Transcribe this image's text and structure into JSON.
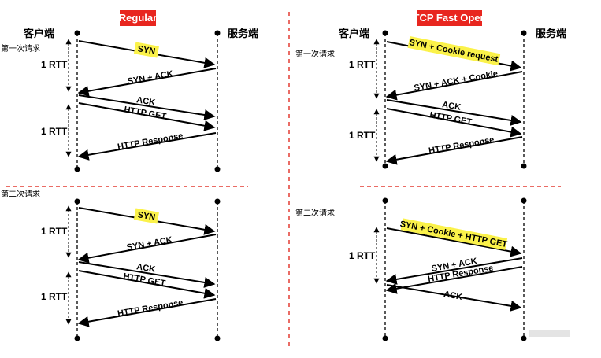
{
  "colors": {
    "tag_bg": "#e8261f",
    "divider": "#e33b32",
    "highlight": "#fbf24a",
    "ink": "#000000",
    "faint_bar": "#e4e4e4"
  },
  "left_panel": {
    "tag": "Regular",
    "client": "客户端",
    "server": "服务端",
    "first_request": "第一次请求",
    "second_request": "第二次请求",
    "rtt": "1 RTT",
    "first": {
      "syn": "SYN",
      "syn_ack": "SYN + ACK",
      "ack": "ACK",
      "http_get": "HTTP GET",
      "http_response": "HTTP Response"
    },
    "second": {
      "syn": "SYN",
      "syn_ack": "SYN + ACK",
      "ack": "ACK",
      "http_get": "HTTP GET",
      "http_response": "HTTP Response"
    }
  },
  "right_panel": {
    "tag": "TCP Fast Open",
    "client": "客户端",
    "server": "服务端",
    "first_request": "第一次请求",
    "second_request": "第二次请求",
    "rtt": "1 RTT",
    "first": {
      "syn_cookie": "SYN + Cookie request",
      "syn_ack_cookie": "SYN + ACK + Cookie",
      "ack": "ACK",
      "http_get": "HTTP GET",
      "http_response": "HTTP Response"
    },
    "second": {
      "syn_cookie_get": "SYN + Cookie + HTTP GET",
      "syn_ack": "SYN + ACK",
      "http_response": "HTTP Response",
      "ack": "ACK"
    }
  }
}
